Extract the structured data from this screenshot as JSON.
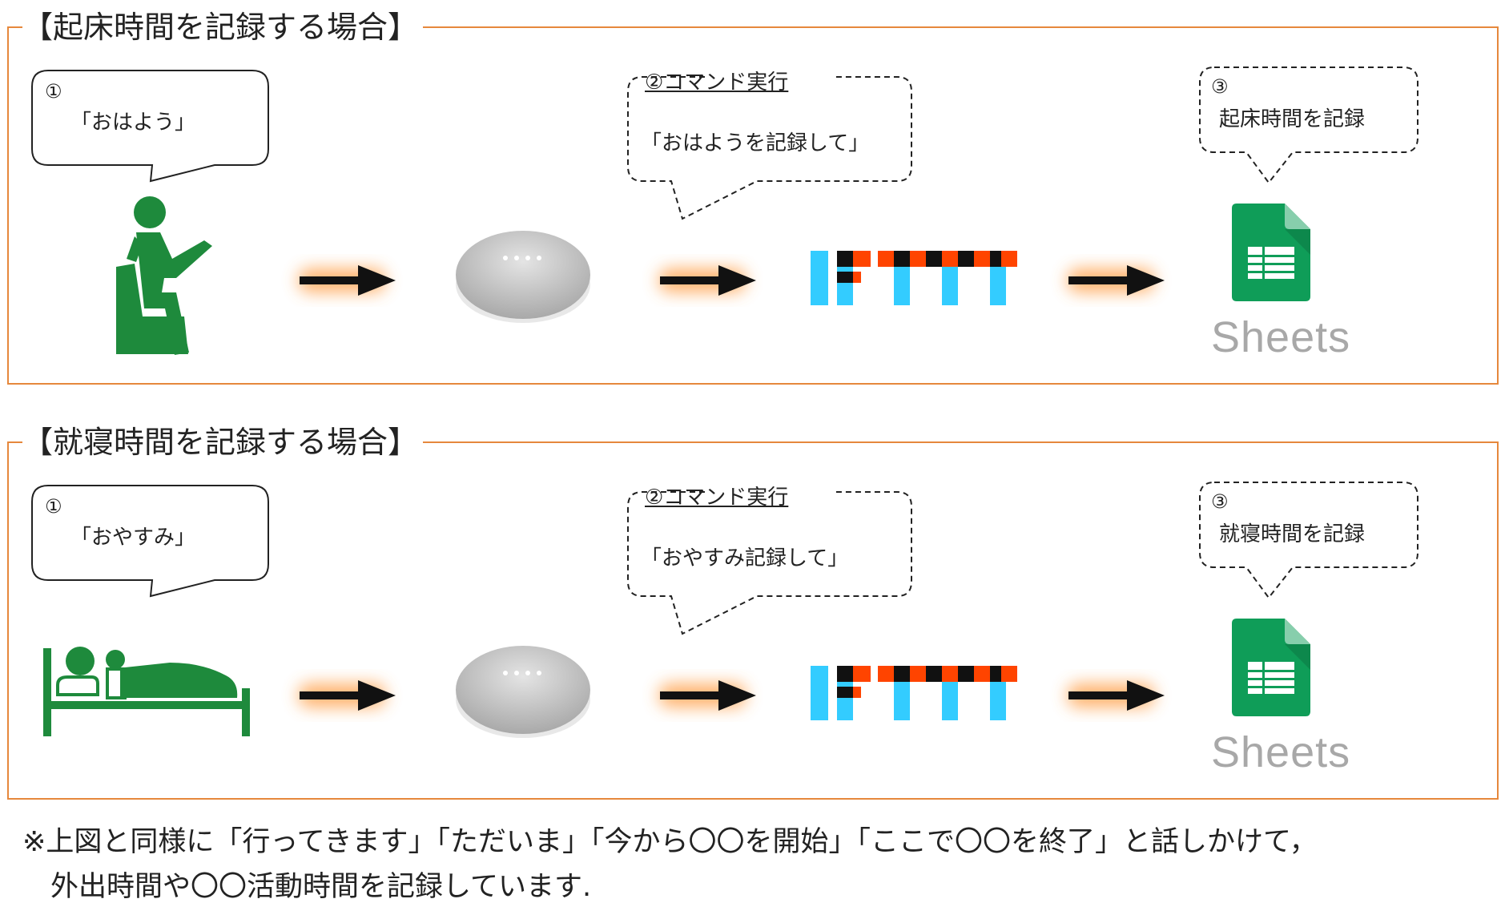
{
  "panels": [
    {
      "title": "【起床時間を記録する場合】",
      "user_number": "①",
      "user_speech": "「おはよう」",
      "step2_title": "②コマンド実行",
      "step2_speech": "「おはようを記録して」",
      "step3_number": "③",
      "step3_text": "起床時間を記録",
      "sheets_label": "Sheets",
      "person_icon": "sitting-person-icon"
    },
    {
      "title": "【就寝時間を記録する場合】",
      "user_number": "①",
      "user_speech": "「おやすみ」",
      "step2_title": "②コマンド実行",
      "step2_speech": "「おやすみ記録して」",
      "step3_number": "③",
      "step3_text": "就寝時間を記録",
      "sheets_label": "Sheets",
      "person_icon": "sleeping-person-icon"
    }
  ],
  "note": {
    "line1": "※上図と同様に「行ってきます」「ただいま」「今から〇〇を開始」「ここで〇〇を終了」と話しかけて，",
    "line2": "　外出時間や〇〇活動時間を記録しています."
  },
  "colors": {
    "panel_border": "#e6883c",
    "person_green": "#1e8a3c",
    "sheets_green": "#0f9d58",
    "ifttt_blue": "#33ccff",
    "ifttt_orange": "#ff4400",
    "arrow_glow": "#ff9a3c"
  }
}
